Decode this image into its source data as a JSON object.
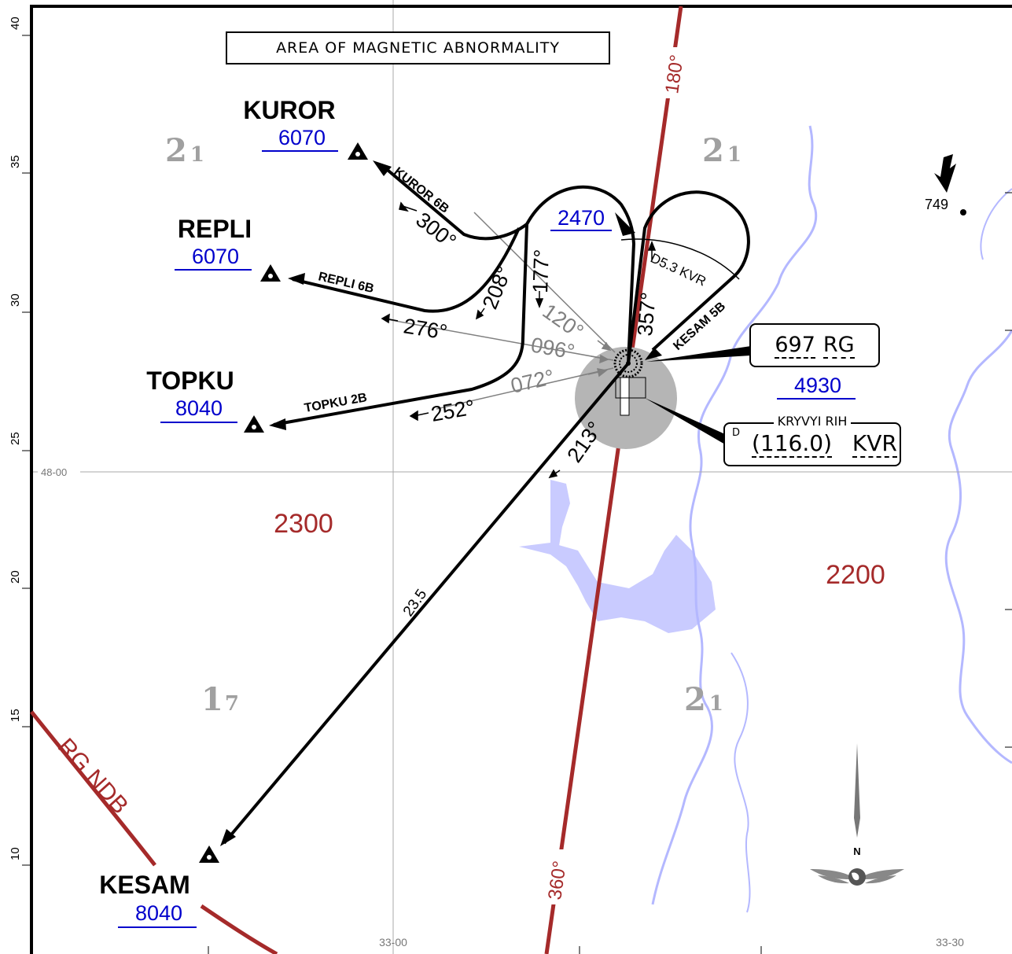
{
  "chart_title": "AREA OF MAGNETIC ABNORMALITY",
  "waypoints": [
    {
      "name": "KUROR",
      "altitude": "6070"
    },
    {
      "name": "REPLI",
      "altitude": "6070"
    },
    {
      "name": "TOPKU",
      "altitude": "8040"
    },
    {
      "name": "KESAM",
      "altitude": "8040"
    }
  ],
  "procedures": [
    {
      "name": "KUROR 6B",
      "course": "300°"
    },
    {
      "name": "REPLI 6B",
      "course": "276°"
    },
    {
      "name": "TOPKU 2B",
      "course": "252°"
    },
    {
      "name": "KESAM 5B",
      "course": "357°"
    }
  ],
  "inbound_courses": [
    "120°",
    "096°",
    "072°"
  ],
  "other_courses": [
    "208°",
    "177°",
    "213°"
  ],
  "leg_distance": "23.5",
  "arc_label": "D5.3 KVR",
  "holding_altitude": "2470",
  "radials": [
    "180°",
    "360°"
  ],
  "arc_name": "RG NDB",
  "ndb": {
    "freq": "697",
    "ident": "RG",
    "altitude": "4930"
  },
  "vor": {
    "name": "KRYVYI RIH",
    "prefix": "D",
    "freq": "(116.0)",
    "ident": "KVR"
  },
  "msa_values": [
    {
      "big": "2",
      "small": "1"
    },
    {
      "big": "2",
      "small": "1"
    },
    {
      "big": "2",
      "small": "1"
    },
    {
      "big": "1",
      "small": "7"
    }
  ],
  "area_altitudes": [
    "2300",
    "2200"
  ],
  "obstacle_elevation": "749",
  "lat_ticks": [
    "40",
    "35",
    "30",
    "25",
    "20",
    "15",
    "10"
  ],
  "lat_label": "48-00",
  "lon_labels": [
    "33-00",
    "33-30"
  ],
  "north_label": "N",
  "colors": {
    "accent_red": "#a52a2a",
    "water": "#c9cbff",
    "water_line": "#b4b8ff",
    "msa_gray": "#a0a0a0",
    "link_blue": "#0000cc",
    "course_gray": "#808080"
  }
}
